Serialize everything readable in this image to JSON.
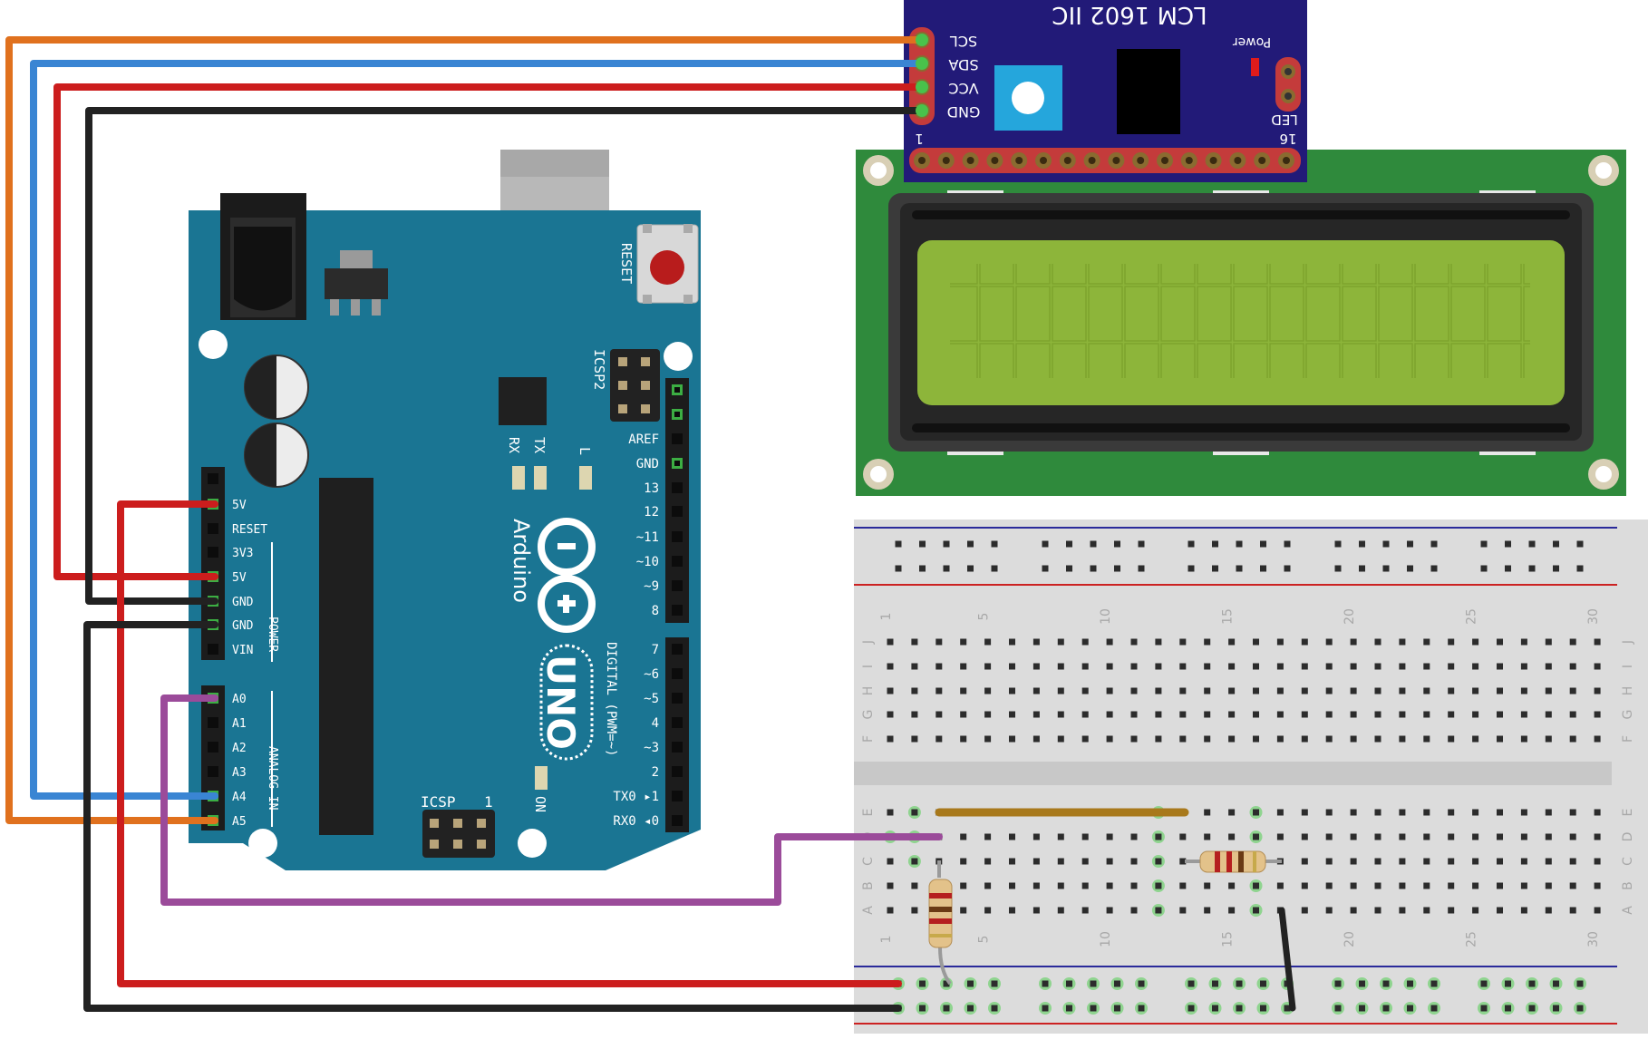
{
  "arduino": {
    "brand": "Arduino",
    "model": "UNO",
    "reset_label": "RESET",
    "icsp2_label": "ICSP2",
    "icsp_label": "ICSP",
    "icsp_pin1": "1",
    "tx_label": "TX",
    "rx_label": "RX",
    "l_label": "L",
    "on_label": "ON",
    "digital_label": "DIGITAL (PWM=~)",
    "power_group_label": "POWER",
    "analog_group_label": "ANALOG IN",
    "board_color": "#1a7593",
    "power_pins": [
      "5V",
      "RESET",
      "3V3",
      "5V",
      "GND",
      "GND",
      "VIN"
    ],
    "analog_pins": [
      "A0",
      "A1",
      "A2",
      "A3",
      "A4",
      "A5"
    ],
    "digital_top": [
      "AREF",
      "GND",
      "13",
      "12",
      "~11",
      "~10",
      "~9",
      "8"
    ],
    "digital_bottom": [
      "7",
      "~6",
      "~5",
      "4",
      "~3",
      "2",
      "TX0 ▸1",
      "RX0 ◂0"
    ]
  },
  "i2c_module": {
    "title": "LCM 1602 IIC",
    "power_label": "Power",
    "led_label": "LED",
    "pin_first": "1",
    "pin_last": "16",
    "pins": [
      "SCL",
      "SDA",
      "VCC",
      "GND"
    ],
    "board_color": "#221a78"
  },
  "lcd": {
    "pcb_color": "#2f8a3c",
    "screen_color": "#8db53a"
  },
  "breadboard": {
    "column_numbers": [
      "1",
      "5",
      "10",
      "15",
      "20",
      "25",
      "30"
    ],
    "row_letters_top": [
      "J",
      "I",
      "H",
      "G",
      "F"
    ],
    "row_letters_bottom": [
      "E",
      "D",
      "C",
      "B",
      "A"
    ]
  },
  "wires": {
    "scl_color": "#e0711e",
    "sda_color": "#3a85d3",
    "vcc_color": "#cc1d1d",
    "gnd_color": "#222222",
    "signal_color": "#9b4b9a",
    "jumper_color": "#a8791c"
  }
}
